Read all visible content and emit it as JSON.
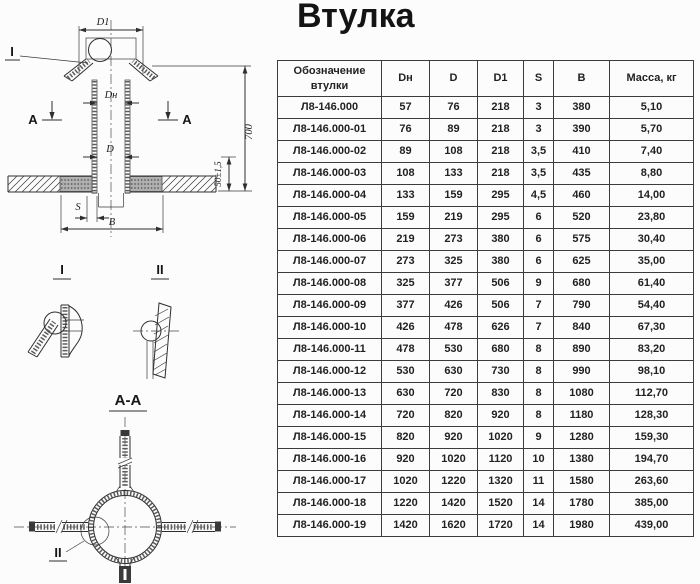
{
  "page": {
    "title": "Втулка"
  },
  "drawing": {
    "labels": {
      "flare_dia": "D1",
      "bore_dia": "Dн",
      "pipe_dia": "D",
      "wall": "S",
      "base_width": "B",
      "height": "700",
      "plate_offset": "50±1,5",
      "section_a_left": "А",
      "section_a_right": "А",
      "detail_i_ref": "I",
      "detail_i_title": "I",
      "detail_ii_title": "II",
      "section_title": "А-А",
      "detail_ii_ref": "II"
    }
  },
  "table": {
    "headers": [
      "Обозначение\nвтулки",
      "Dн",
      "D",
      "D1",
      "S",
      "B",
      "Масса, кг"
    ],
    "rows": [
      [
        "Л8-146.000",
        "57",
        "76",
        "218",
        "3",
        "380",
        "5,10"
      ],
      [
        "Л8-146.000-01",
        "76",
        "89",
        "218",
        "3",
        "390",
        "5,70"
      ],
      [
        "Л8-146.000-02",
        "89",
        "108",
        "218",
        "3,5",
        "410",
        "7,40"
      ],
      [
        "Л8-146.000-03",
        "108",
        "133",
        "218",
        "3,5",
        "435",
        "8,80"
      ],
      [
        "Л8-146.000-04",
        "133",
        "159",
        "295",
        "4,5",
        "460",
        "14,00"
      ],
      [
        "Л8-146.000-05",
        "159",
        "219",
        "295",
        "6",
        "520",
        "23,80"
      ],
      [
        "Л8-146.000-06",
        "219",
        "273",
        "380",
        "6",
        "575",
        "30,40"
      ],
      [
        "Л8-146.000-07",
        "273",
        "325",
        "380",
        "6",
        "625",
        "35,00"
      ],
      [
        "Л8-146.000-08",
        "325",
        "377",
        "506",
        "9",
        "680",
        "61,40"
      ],
      [
        "Л8-146.000-09",
        "377",
        "426",
        "506",
        "7",
        "790",
        "54,40"
      ],
      [
        "Л8-146.000-10",
        "426",
        "478",
        "626",
        "7",
        "840",
        "67,30"
      ],
      [
        "Л8-146.000-11",
        "478",
        "530",
        "680",
        "8",
        "890",
        "83,20"
      ],
      [
        "Л8-146.000-12",
        "530",
        "630",
        "730",
        "8",
        "990",
        "98,10"
      ],
      [
        "Л8-146.000-13",
        "630",
        "720",
        "830",
        "8",
        "1080",
        "112,70"
      ],
      [
        "Л8-146.000-14",
        "720",
        "820",
        "920",
        "8",
        "1180",
        "128,30"
      ],
      [
        "Л8-146.000-15",
        "820",
        "920",
        "1020",
        "9",
        "1280",
        "159,30"
      ],
      [
        "Л8-146.000-16",
        "920",
        "1020",
        "1120",
        "10",
        "1380",
        "194,70"
      ],
      [
        "Л8-146.000-17",
        "1020",
        "1220",
        "1320",
        "11",
        "1580",
        "263,60"
      ],
      [
        "Л8-146.000-18",
        "1220",
        "1420",
        "1520",
        "14",
        "1780",
        "385,00"
      ],
      [
        "Л8-146.000-19",
        "1420",
        "1620",
        "1720",
        "14",
        "1980",
        "439,00"
      ]
    ]
  }
}
